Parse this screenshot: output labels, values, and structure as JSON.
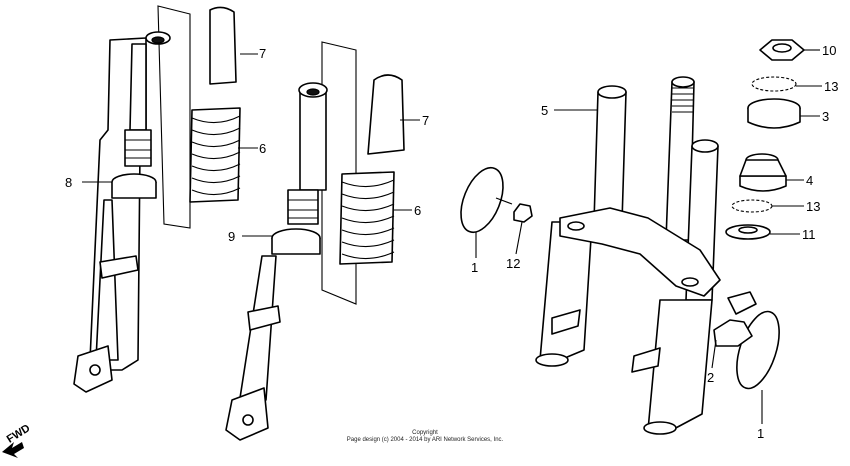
{
  "diagram": {
    "callouts": {
      "c1a": "1",
      "c1b": "1",
      "c2": "2",
      "c3": "3",
      "c4": "4",
      "c5": "5",
      "c6a": "6",
      "c6b": "6",
      "c7a": "7",
      "c7b": "7",
      "c8": "8",
      "c9": "9",
      "c10": "10",
      "c11": "11",
      "c12": "12",
      "c13a": "13",
      "c13b": "13"
    },
    "fwd_label": "FWD",
    "copyright_line1": "Copyright",
    "copyright_line2": "Page design (c) 2004 - 2014 by ARI Network Services, Inc."
  }
}
